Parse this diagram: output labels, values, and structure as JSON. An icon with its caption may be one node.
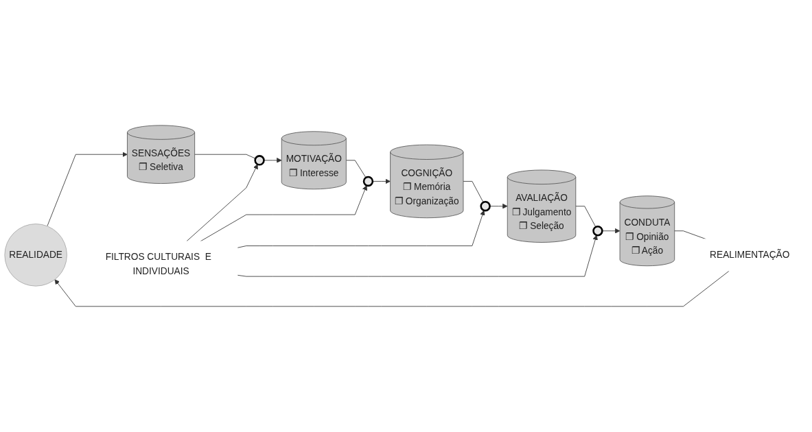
{
  "diagram": {
    "nodes": [
      {
        "text": [
          "REALIDADE"
        ]
      },
      {
        "text": [
          "SENSAÇÕES",
          "❐ Seletiva"
        ]
      },
      {
        "text": [],
        "shape": "ellipse"
      },
      {
        "text": [
          "MOTIVAÇÃO",
          "❐ Interesse"
        ]
      },
      {
        "text": [],
        "shape": "ellipse"
      },
      {
        "text": [
          "COGNIÇÃO",
          "❐ Memória",
          "❐ Organização"
        ]
      },
      {
        "text": [],
        "shape": "ellipse"
      },
      {
        "text": [
          "AVALIAÇÃO",
          "❐ Julgamento",
          "❐ Seleção"
        ]
      },
      {
        "text": [],
        "shape": "ellipse"
      },
      {
        "text": [
          "CONDUTA",
          "❐ Opinião",
          "❐ Ação"
        ]
      },
      {
        "text": [
          "REALIMENTAÇÃO"
        ]
      },
      {
        "text": [
          "FILTROS CULTURAIS  E  INDIVIDUAIS"
        ]
      }
    ],
    "edges": [
      {
        "from": 0,
        "to": 1,
        "arrow": "to"
      },
      {
        "from": 1,
        "to": 2,
        "arrow": "none"
      },
      {
        "from": 2,
        "to": 3,
        "arrow": "to"
      },
      {
        "from": 3,
        "to": 4,
        "arrow": "none"
      },
      {
        "from": 4,
        "to": 5,
        "arrow": "to"
      },
      {
        "from": 5,
        "to": 6,
        "arrow": "none"
      },
      {
        "from": 6,
        "to": 7,
        "arrow": "to"
      },
      {
        "from": 7,
        "to": 8,
        "arrow": "none"
      },
      {
        "from": 8,
        "to": 9,
        "arrow": "to"
      },
      {
        "from": 9,
        "to": 10,
        "arrow": "none"
      },
      {
        "from": 10,
        "to": 0,
        "arrow": "to"
      },
      {
        "from": 11,
        "to": 2,
        "arrow": "to"
      },
      {
        "from": 11,
        "to": 4,
        "arrow": "to"
      },
      {
        "from": 11,
        "to": 6,
        "arrow": "to"
      },
      {
        "from": 11,
        "to": 8,
        "arrow": "to"
      }
    ]
  }
}
